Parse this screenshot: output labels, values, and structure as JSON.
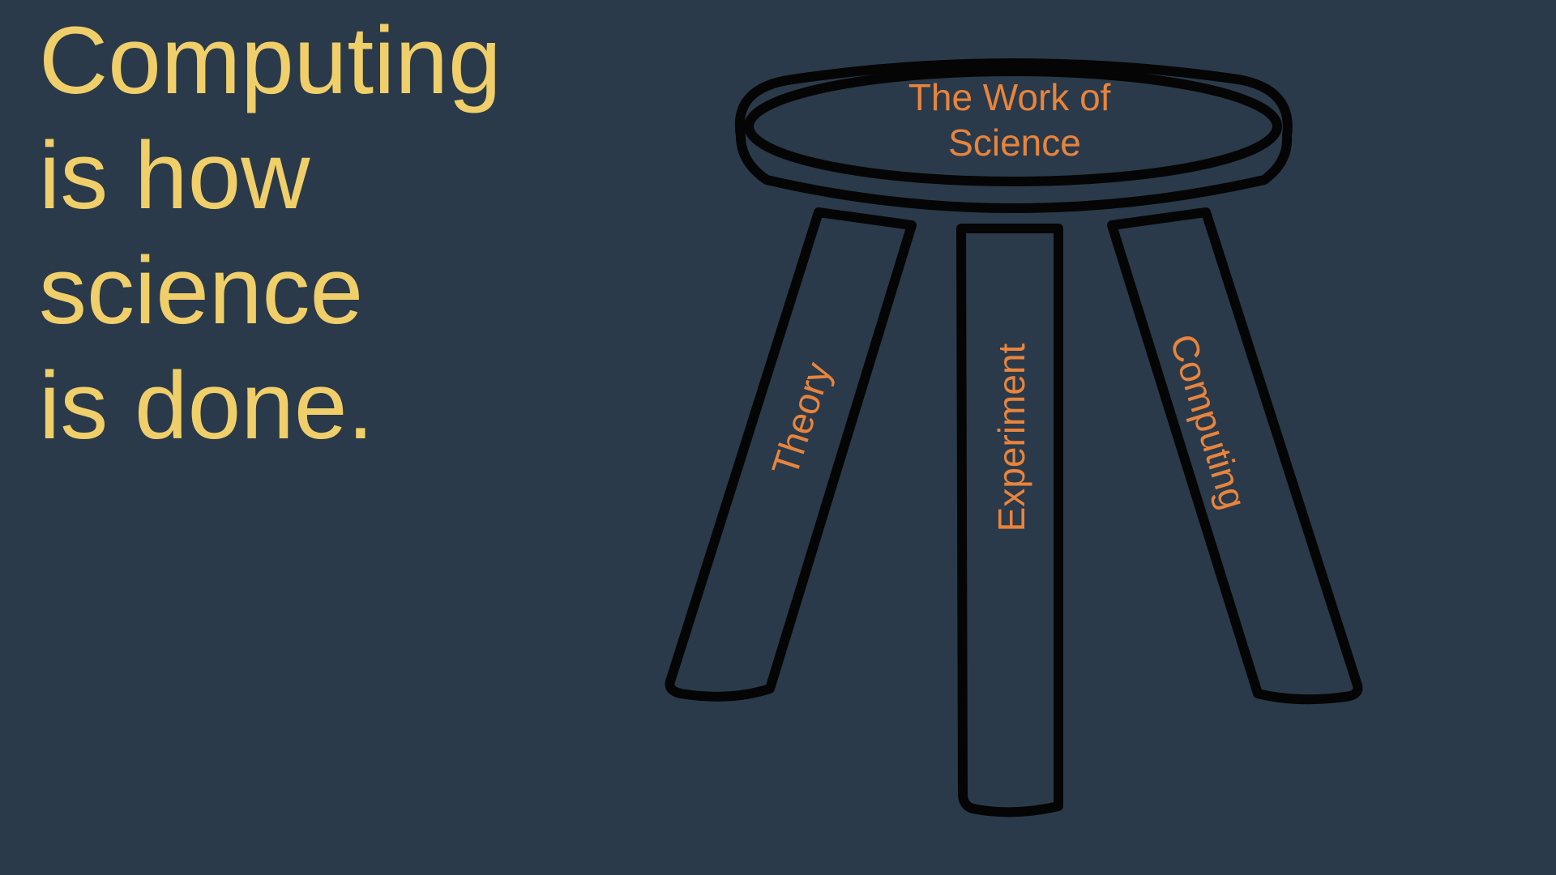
{
  "headline": {
    "lines": [
      "Computing",
      "is how",
      "science",
      "is done."
    ]
  },
  "stool": {
    "seat_label_lines": [
      "The Work of",
      "Science"
    ],
    "legs": {
      "left": "Theory",
      "middle": "Experiment",
      "right": "Computing"
    }
  },
  "colors": {
    "background": "#2a3a4a",
    "headline": "#f0cf6a",
    "labels": "#e8843d",
    "outline": "#050505"
  }
}
